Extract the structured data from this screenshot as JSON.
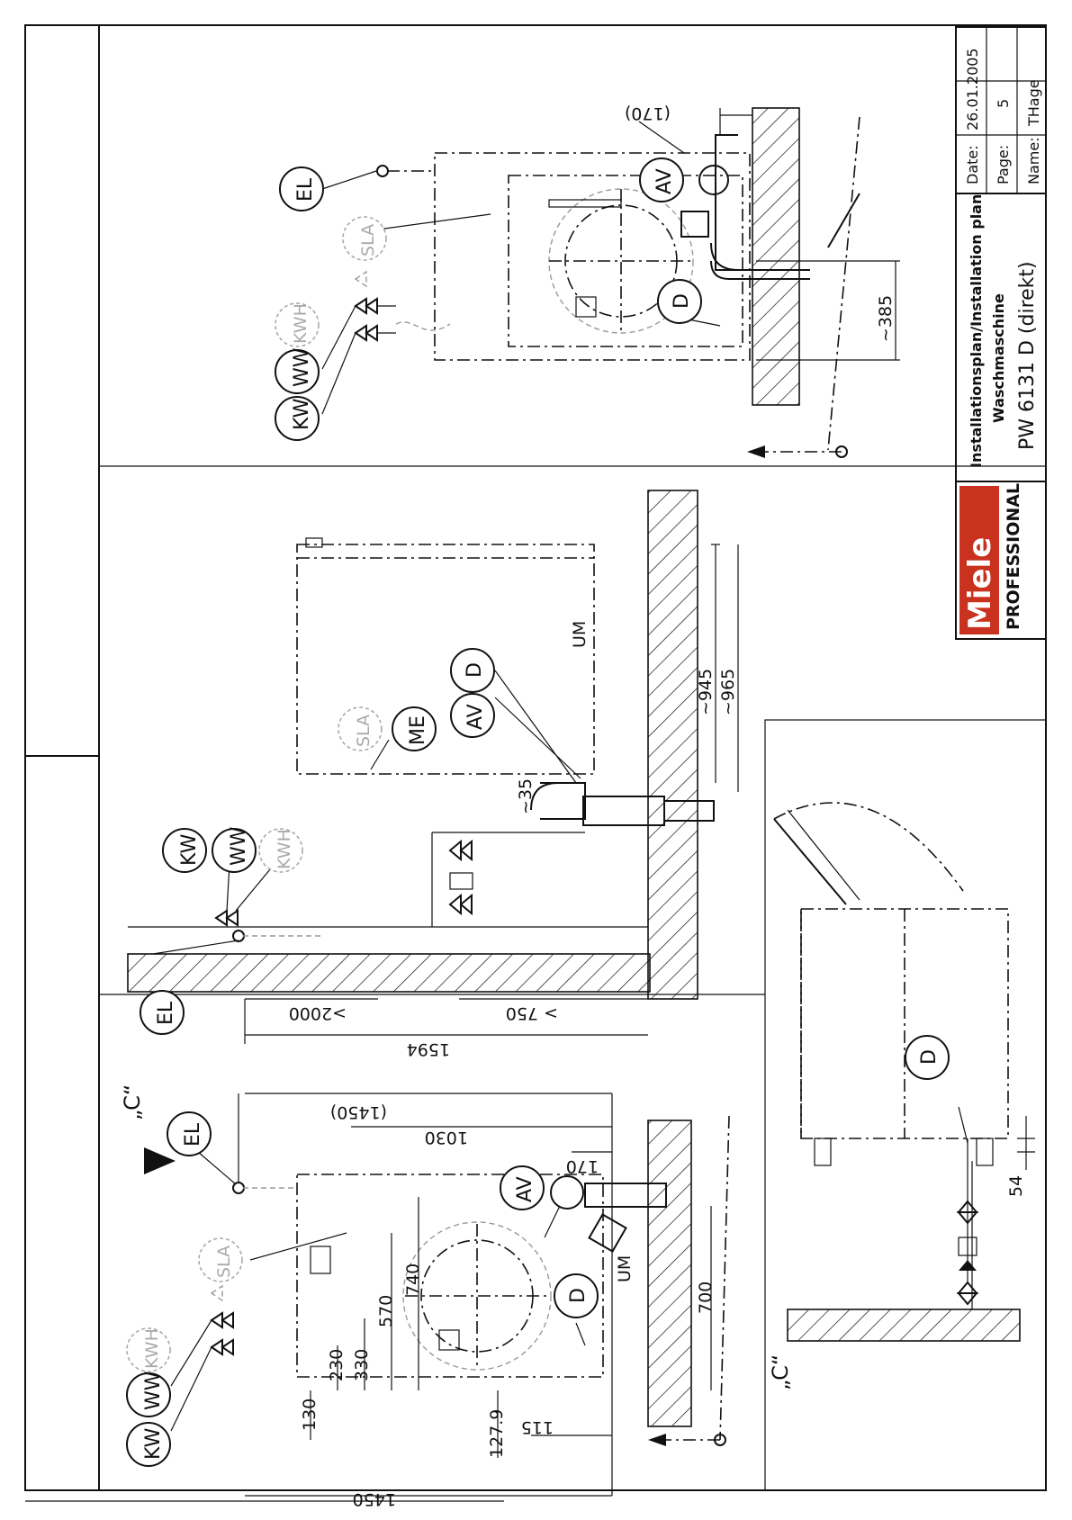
{
  "title_block": {
    "line1": "Installationsplan/Installation plan",
    "line2": "Waschmaschine",
    "line3": "PW 6131 D (direkt)",
    "date_label": "Date:",
    "date_value": "26.01.2005",
    "page_label": "Page:",
    "page_value": "5",
    "name_label": "Name:",
    "name_value": "THage",
    "brand": "Miele",
    "brand_sub": "PROFESSIONAL",
    "brand_color": "#c8321e"
  },
  "labels": {
    "kw": "KW",
    "ww": "WW",
    "kwh": "KWH",
    "sla": "SLA",
    "el": "EL",
    "av": "AV",
    "d": "D",
    "me": "ME",
    "um": "UM",
    "view_c": "„C“"
  },
  "dimensions": {
    "d1450": "1450",
    "d1450p": "(1450)",
    "d1030": "1030",
    "d170": "170",
    "d130": "130",
    "d230": "230",
    "d330": "330",
    "d570": "570",
    "d740": "740",
    "d127_9": "127.9",
    "d115": "115",
    "d700": "700",
    "d1594": "1594",
    "d2000": ">2000",
    "d750": "> 750",
    "d35": "~35",
    "d945": "~945",
    "d965": "~965",
    "d385": "~385",
    "d170p": "(170)",
    "d54": "54"
  }
}
